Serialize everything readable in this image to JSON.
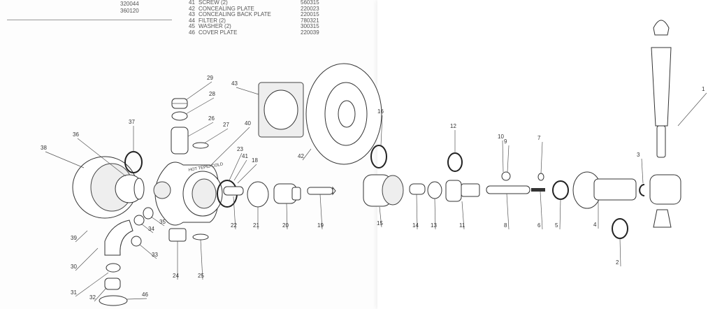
{
  "left_codes": [
    "320044",
    "360120"
  ],
  "parts_list": [
    {
      "no": "41",
      "name": "SCREW (2)",
      "code": "560315"
    },
    {
      "no": "42",
      "name": "CONCEALING PLATE",
      "code": "220023"
    },
    {
      "no": "43",
      "name": "CONCEALING BACK PLATE",
      "code": "220015"
    },
    {
      "no": "44",
      "name": "FILTER (2)",
      "code": "780321"
    },
    {
      "no": "45",
      "name": "WASHER (2)",
      "code": "300315"
    },
    {
      "no": "46",
      "name": "COVER PLATE",
      "code": "220039"
    }
  ],
  "body_marking": "HOT TEPID COLD",
  "callouts": [
    "29",
    "28",
    "26",
    "27",
    "43",
    "40",
    "23",
    "41",
    "18",
    "42",
    "37",
    "36",
    "38",
    "39",
    "35",
    "34",
    "33",
    "30",
    "31",
    "32",
    "46",
    "24",
    "25",
    "22",
    "21",
    "20",
    "19",
    "16",
    "12",
    "10",
    "9",
    "7",
    "3",
    "1",
    "15",
    "14",
    "13",
    "11",
    "8",
    "6",
    "5",
    "4",
    "2"
  ]
}
